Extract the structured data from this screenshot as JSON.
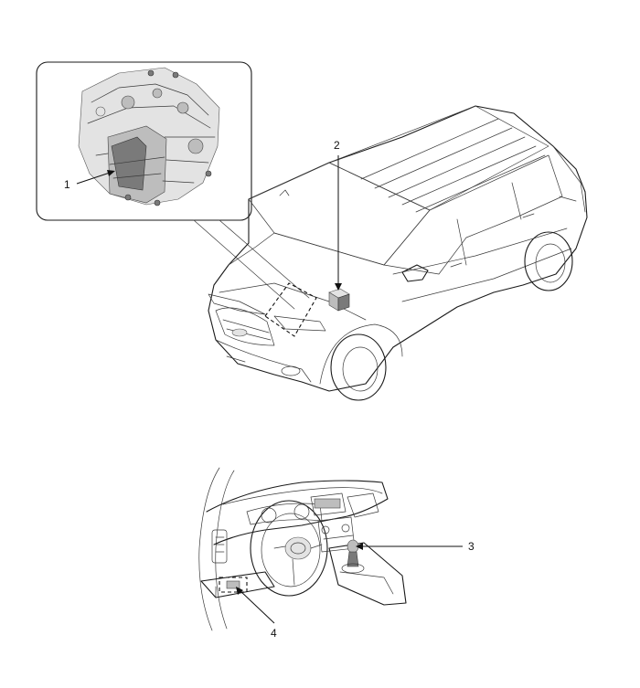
{
  "callouts": [
    {
      "id": "1",
      "label": "1",
      "part_icon": "transaxle-icon"
    },
    {
      "id": "2",
      "label": "2",
      "part_icon": "control-module-icon"
    },
    {
      "id": "3",
      "label": "3",
      "part_icon": "shift-lever-icon"
    },
    {
      "id": "4",
      "label": "4",
      "part_icon": "connector-icon"
    }
  ],
  "colors": {
    "line": "#1a1a1a",
    "shade": "#bdbdbd",
    "background": "#ffffff"
  }
}
